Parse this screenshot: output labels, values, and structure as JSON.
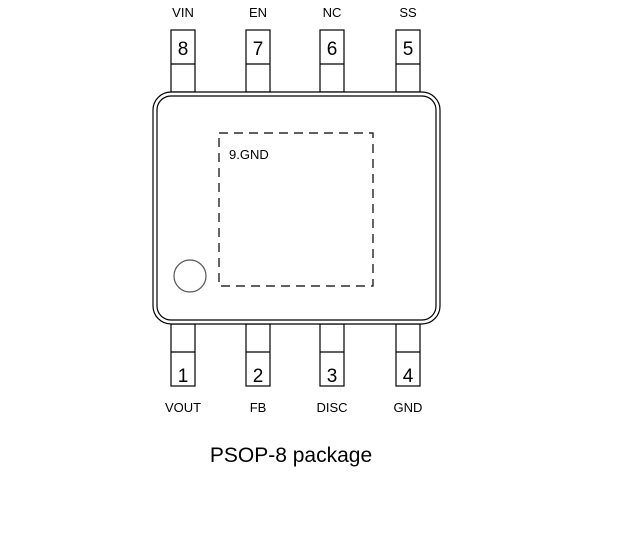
{
  "pins_top": [
    {
      "number": "8",
      "name": "VIN"
    },
    {
      "number": "7",
      "name": "EN"
    },
    {
      "number": "6",
      "name": "NC"
    },
    {
      "number": "5",
      "name": "SS"
    }
  ],
  "pins_bottom": [
    {
      "number": "1",
      "name": "VOUT"
    },
    {
      "number": "2",
      "name": "FB"
    },
    {
      "number": "3",
      "name": "DISC"
    },
    {
      "number": "4",
      "name": "GND"
    }
  ],
  "exposed_pad_label": "9.GND",
  "caption": "PSOP-8 package"
}
